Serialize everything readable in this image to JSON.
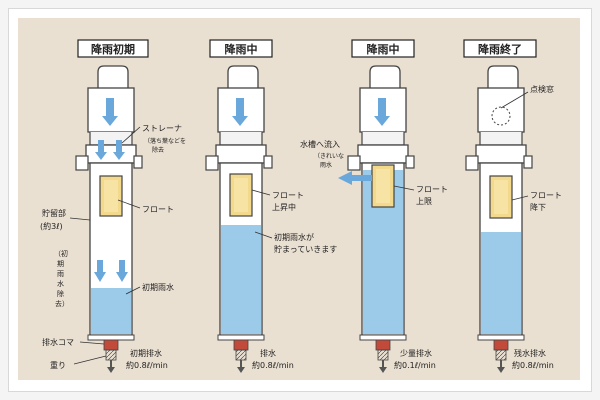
{
  "stages": [
    {
      "id": "early",
      "title": "降雨初期"
    },
    {
      "id": "during1",
      "title": "降雨中"
    },
    {
      "id": "during2",
      "title": "降雨中"
    },
    {
      "id": "end",
      "title": "降雨終了"
    }
  ],
  "labels": {
    "strainer": "ストレーナ",
    "strainer_note1": "（落ち葉などを",
    "strainer_note2": "除去",
    "storage1": "貯留部",
    "storage2": "(約3ℓ)",
    "float": "フロート",
    "first_rain_removal_1": "（初",
    "first_rain_removal_2": "期",
    "first_rain_removal_3": "雨",
    "first_rain_removal_4": "水",
    "first_rain_removal_5": "除",
    "first_rain_removal_6": "去）",
    "first_rain_water": "初期雨水",
    "drain_piece": "排水コマ",
    "weight": "重り",
    "drain_early_1": "初期排水",
    "drain_early_2": "約0.8ℓ/min",
    "float_rising_1": "フロート",
    "float_rising_2": "上昇中",
    "first_rain_accum_1": "初期雨水が",
    "first_rain_accum_2": "貯まっていきます",
    "drain_during1_1": "排水",
    "drain_during1_2": "約0.8ℓ/min",
    "to_tank": "水槽へ流入",
    "clean_rain_1": "（きれいな",
    "clean_rain_2": "雨水",
    "float_up_1": "フロート",
    "float_up_2": "上限",
    "drain_small_1": "少量排水",
    "drain_small_2": "約0.1ℓ/min",
    "inspection": "点検窓",
    "float_down_1": "フロート",
    "float_down_2": "降下",
    "drain_remain_1": "残水排水",
    "drain_remain_2": "約0.8ℓ/min"
  },
  "colors": {
    "background": "#eae0d2",
    "water": "#9ccbea",
    "arrow": "#6aa8dc",
    "float": "#f3d98c",
    "body": "#ffffff",
    "drain": "#c24a3a"
  }
}
